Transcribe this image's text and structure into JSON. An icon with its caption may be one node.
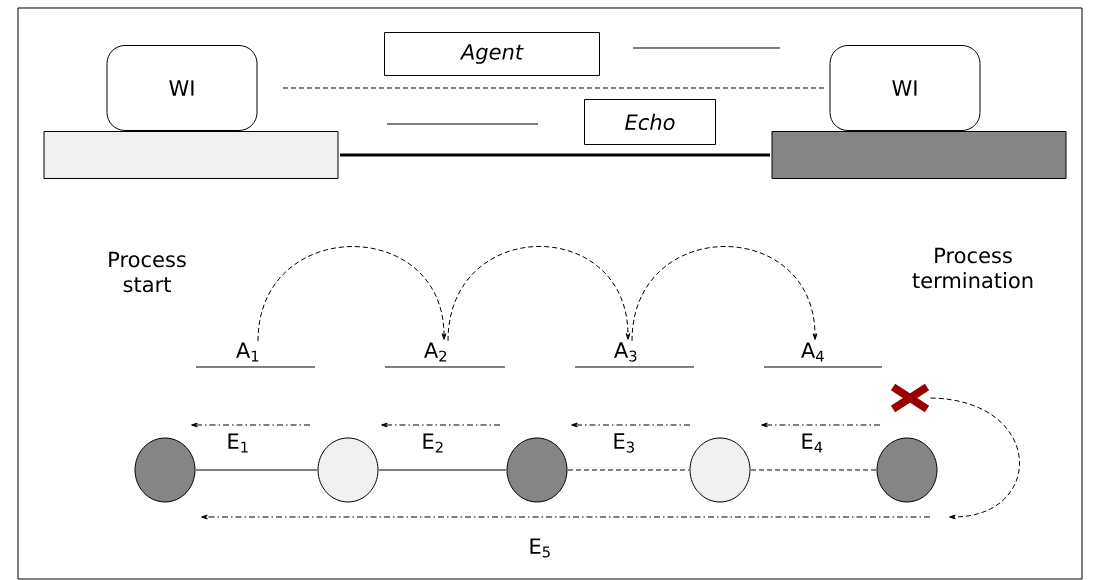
{
  "diagram": {
    "nodes": [
      {
        "text": [
          "WI"
        ]
      },
      {
        "text": [
          "WI"
        ]
      },
      {
        "text": [
          "Agent"
        ]
      },
      {
        "text": [
          "Echo"
        ]
      },
      {
        "text": [],
        "shape": "bar"
      },
      {
        "text": [],
        "shape": "bar"
      },
      {
        "text": [
          "A$_{1}$"
        ]
      },
      {
        "text": [
          "A$_{2}$"
        ]
      },
      {
        "text": [
          "A$_{3}$"
        ]
      },
      {
        "text": [
          "A$_{4}$"
        ]
      },
      {
        "text": [],
        "shape": "cross"
      },
      {
        "text": [],
        "shape": "circle"
      },
      {
        "text": [],
        "shape": "circle"
      },
      {
        "text": [],
        "shape": "circle"
      },
      {
        "text": [],
        "shape": "circle"
      },
      {
        "text": [],
        "shape": "circle"
      }
    ],
    "edges": [
      {
        "from": 0,
        "to": 1,
        "arrow": "none",
        "style": "dashed"
      },
      {
        "from": 4,
        "to": 5,
        "arrow": "none",
        "style": "thick"
      },
      {
        "from": 6,
        "to": 7,
        "arrow": "to",
        "style": "dashed"
      },
      {
        "from": 7,
        "to": 8,
        "arrow": "to",
        "style": "dashed"
      },
      {
        "from": 8,
        "to": 9,
        "arrow": "to",
        "style": "dashed"
      },
      {
        "from": 11,
        "to": 12,
        "arrow": "none"
      },
      {
        "from": 12,
        "to": 13,
        "arrow": "none"
      },
      {
        "from": 13,
        "to": 14,
        "arrow": "none",
        "style": "dashed"
      },
      {
        "from": 14,
        "to": 15,
        "arrow": "none",
        "style": "dashed"
      },
      {
        "from": 10,
        "to": null,
        "arrow": "to",
        "style": "dashed"
      }
    ],
    "labels": [
      "Process start",
      "Process termination",
      "E$_{1}$",
      "E$_{2}$",
      "E$_{3}$",
      "E$_{4}$",
      "E$_{5}$"
    ]
  }
}
